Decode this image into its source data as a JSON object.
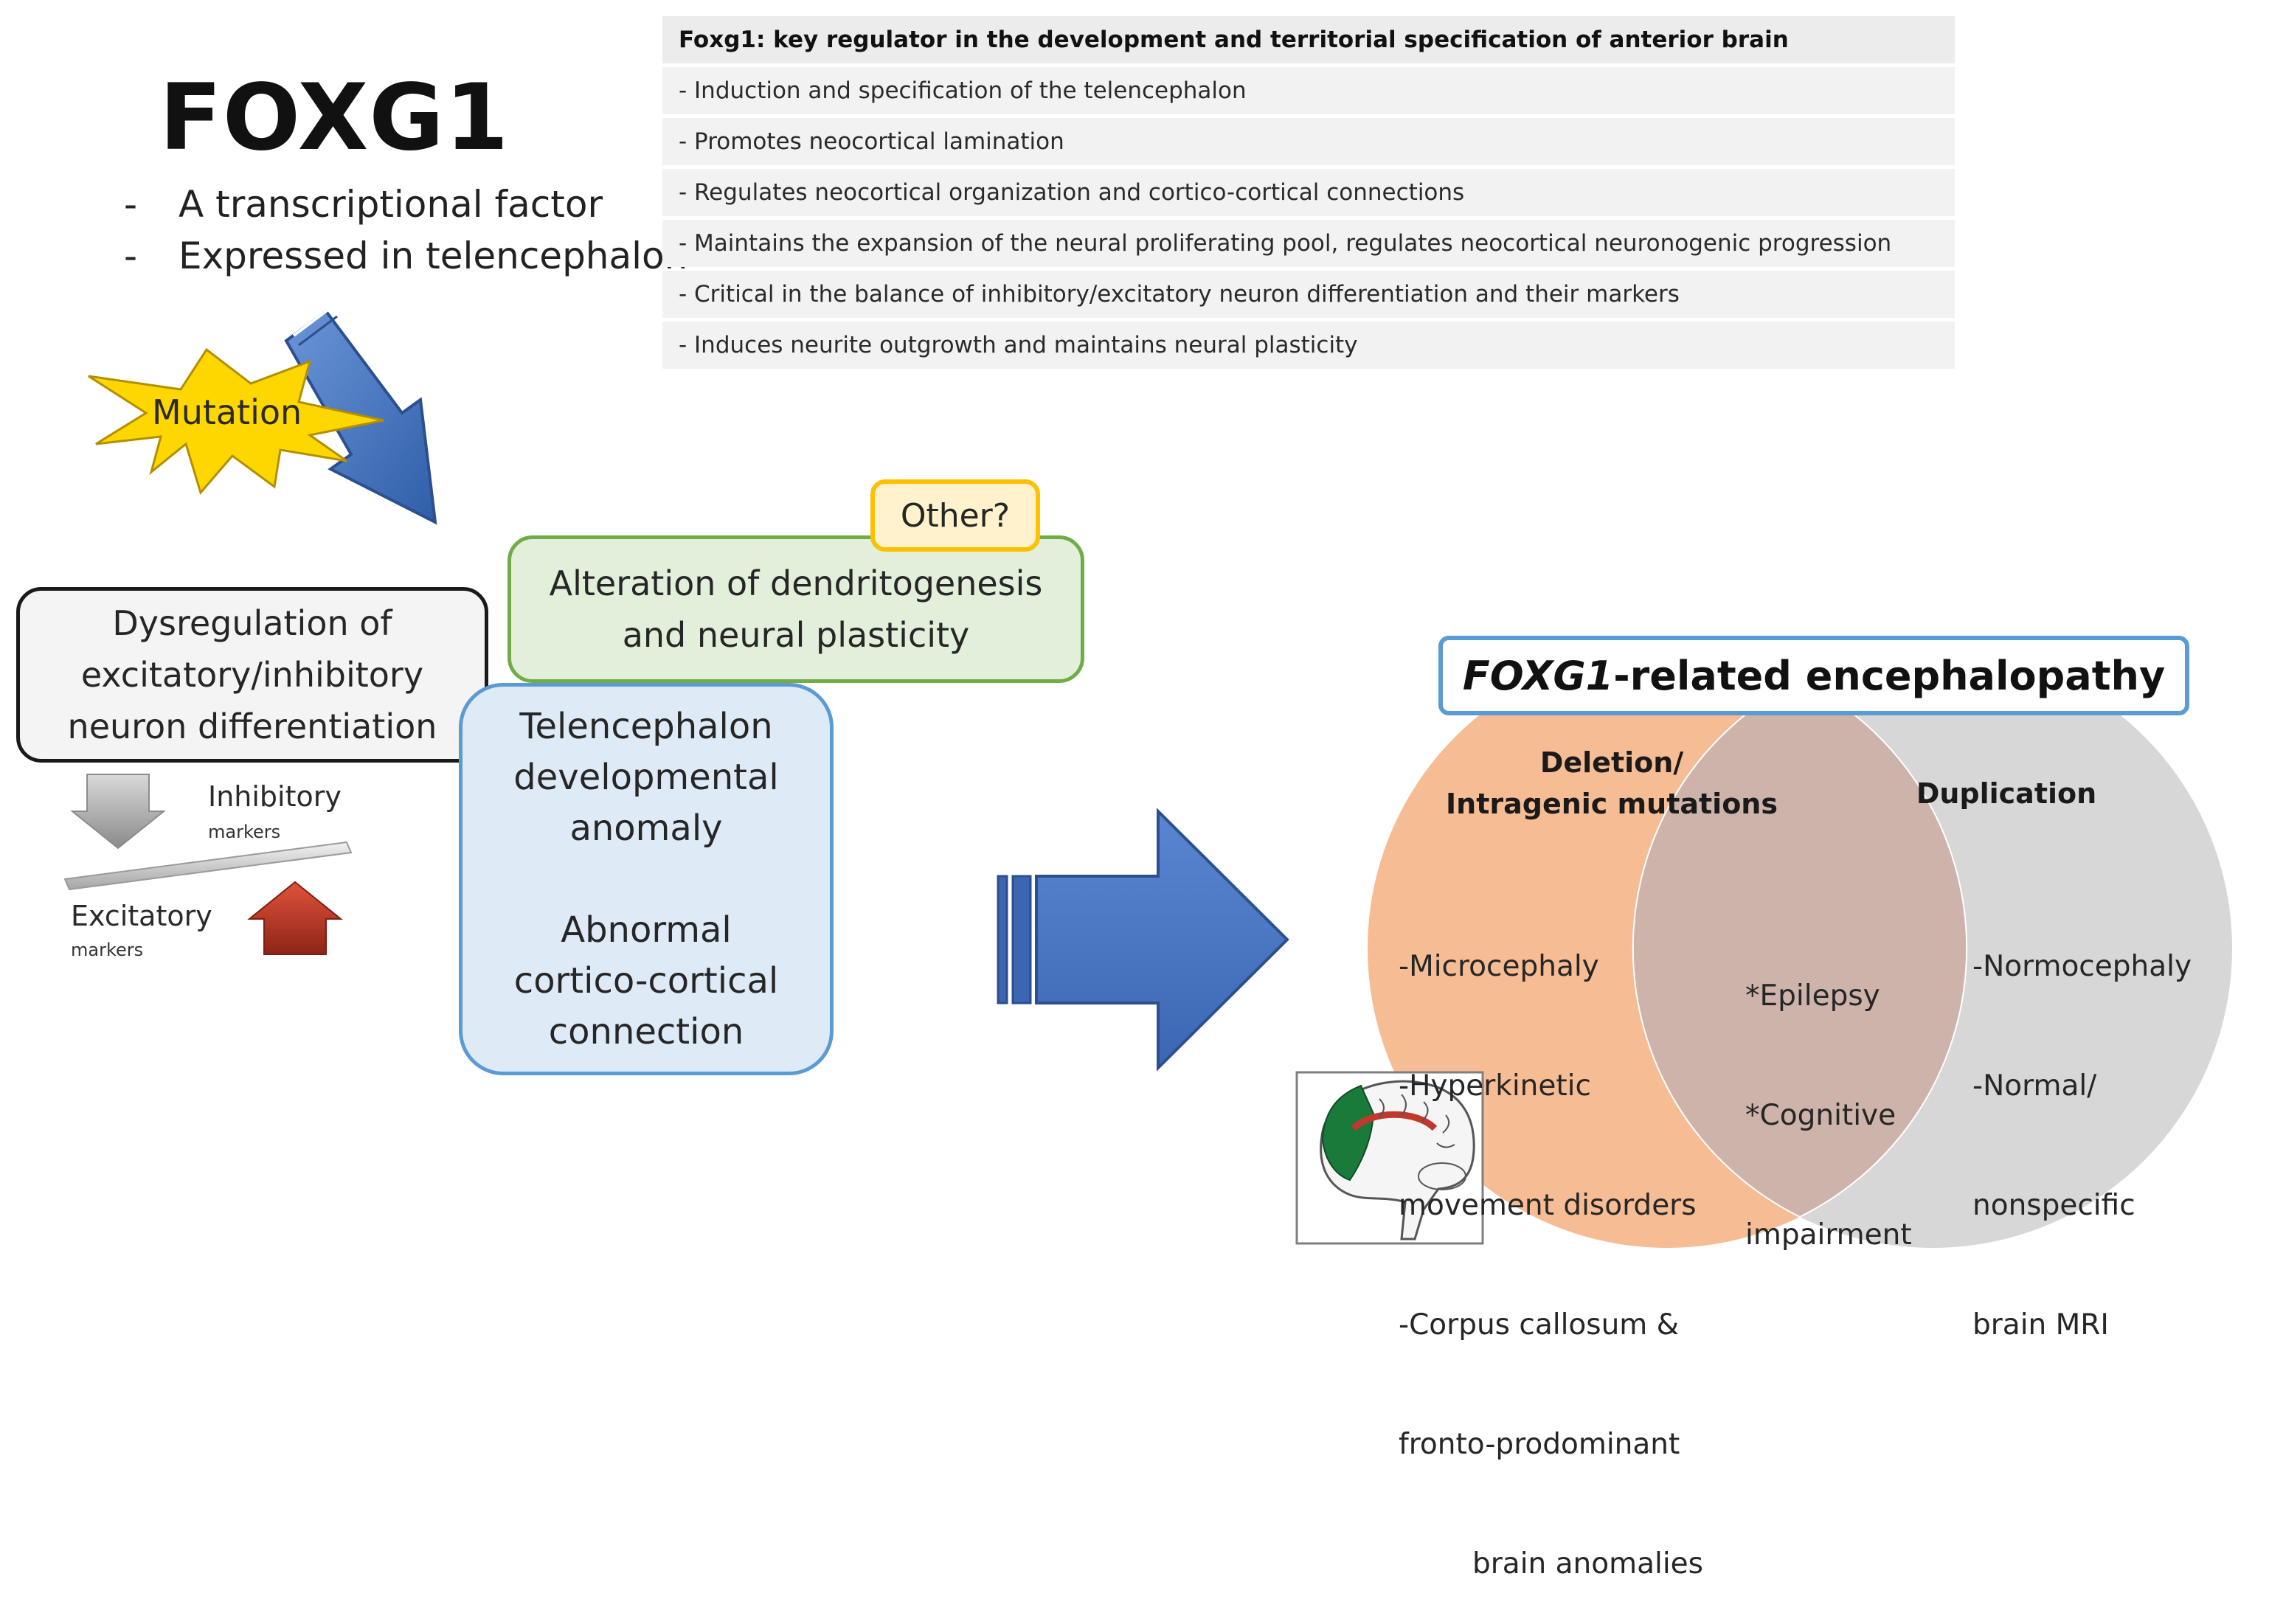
{
  "title": {
    "heading": "FOXG1",
    "bullets": [
      "A transcriptional factor",
      "Expressed in telencephalon"
    ],
    "bullet_marker": "-"
  },
  "functions_table": {
    "header": "Foxg1: key regulator in the development and territorial specification of anterior brain",
    "rows": [
      "- Induction  and specification of the telencephalon",
      "- Promotes  neocortical lamination",
      "- Regulates neocortical organization and cortico-cortical connections",
      "- Maintains the expansion of the neural proliferating pool, regulates neocortical neuronogenic progression",
      "- Critical in the balance of inhibitory/excitatory neuron differentiation and their markers",
      "- Induces neurite outgrowth  and maintains neural plasticity"
    ]
  },
  "mutation": {
    "label": "Mutation",
    "burst_color": "#ffd700",
    "arrow_color": "#4472c4"
  },
  "boxes": {
    "dysregulation": [
      "Dysregulation of",
      "excitatory/inhibitory",
      "neuron differentiation"
    ],
    "dendritogenesis": [
      "Alteration of dendritogenesis",
      "and neural plasticity"
    ],
    "other": "Other?",
    "telencephalon": {
      "part1": [
        "Telencephalon",
        "developmental",
        "anomaly"
      ],
      "part2": [
        "Abnormal",
        "cortico-cortical",
        "connection"
      ]
    }
  },
  "markers": {
    "inhibitory": {
      "label": "Inhibitory",
      "sub": "markers",
      "color": "#a6a6a6"
    },
    "excitatory": {
      "label": "Excitatory",
      "sub": "markers",
      "color": "#c0392b"
    }
  },
  "encephalopathy": {
    "title_italic": "FOXG1",
    "title_rest": "-related encephalopathy",
    "deletion": {
      "title": [
        "Deletion/",
        "Intragenic mutations"
      ],
      "items": [
        "-Microcephaly",
        "-Hyperkinetic",
        " movement disorders",
        "-Corpus callosum &",
        " fronto-prodominant",
        " brain anomalies"
      ],
      "color": "#f4b183"
    },
    "duplication": {
      "title": "Duplication",
      "items": [
        "-Normocephaly",
        "-Normal/",
        " nonspecific",
        " brain MRI"
      ],
      "color": "#d0d0d0"
    },
    "overlap": {
      "items": [
        "*Epilepsy",
        "*Cognitive",
        " impairment"
      ]
    }
  },
  "colors": {
    "big_arrow": "#4472c4",
    "brain_frontal": "#1a7a3a",
    "corpus_callosum": "#c0392b"
  }
}
